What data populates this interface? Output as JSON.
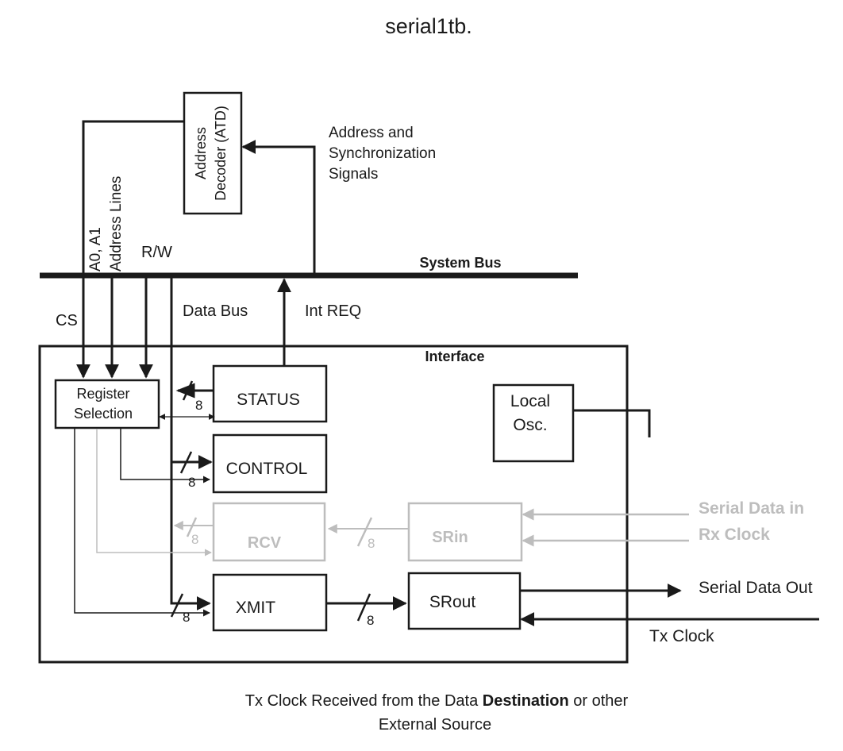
{
  "title": "serial1tb.",
  "labels": {
    "address_decoder_line1": "Address",
    "address_decoder_line2": "Decoder (ATD)",
    "address_sync_line1": "Address and",
    "address_sync_line2": "Synchronization",
    "address_sync_line3": "Signals",
    "address_lines": "Address Lines",
    "a0_a1": "A0, A1",
    "rw": "R/W",
    "system_bus": "System Bus",
    "cs": "CS",
    "data_bus": "Data Bus",
    "int_req": "Int REQ",
    "interface": "Interface",
    "register_selection_line1": "Register",
    "register_selection_line2": "Selection",
    "status": "STATUS",
    "control": "CONTROL",
    "rcv": "RCV",
    "xmit": "XMIT",
    "srin": "SRin",
    "srout": "SRout",
    "local_osc_line1": "Local",
    "local_osc_line2": "Osc.",
    "serial_data_in": "Serial Data in",
    "rx_clock": "Rx Clock",
    "serial_data_out": "Serial Data Out",
    "tx_clock": "Tx Clock",
    "bus_width": "8"
  },
  "caption": {
    "line1_prefix": "Tx Clock Received from the Data ",
    "line1_bold": "Destination",
    "line1_suffix": " or other",
    "line2": "External Source"
  },
  "colors": {
    "ink": "#1a1a1a",
    "inactive": "#bdbdbd",
    "background": "#ffffff"
  }
}
